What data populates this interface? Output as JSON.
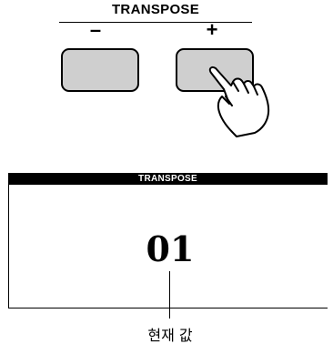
{
  "panel": {
    "group_label": "TRANSPOSE",
    "minus_label": "–",
    "plus_label": "+"
  },
  "display": {
    "header": "TRANSPOSE",
    "value": "01"
  },
  "callout": {
    "caption": "현재 값"
  },
  "icons": {
    "pointing_hand": "pointing-hand-icon"
  }
}
